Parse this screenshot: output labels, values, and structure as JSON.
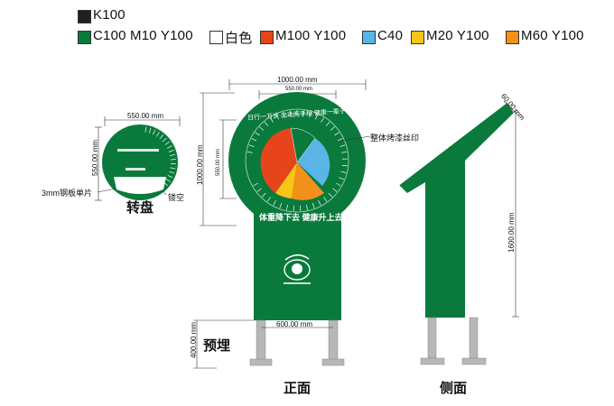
{
  "legend": [
    {
      "label": "K100",
      "color": "#231f20"
    },
    {
      "label": "C100 M10 Y100",
      "color": "#0a7a3c"
    },
    {
      "label": "白色",
      "color": "#ffffff"
    },
    {
      "label": "M100 Y100",
      "color": "#e8441c"
    },
    {
      "label": "C40",
      "color": "#5ab4e6"
    },
    {
      "label": "M20 Y100",
      "color": "#f7c418"
    },
    {
      "label": "M60 Y100",
      "color": "#f39019"
    }
  ],
  "turntable": {
    "dim_width": "550.00 mm",
    "dim_height": "550.00 mm",
    "callout_plate": "3mm钢板单片",
    "callout_hollow": "镂空",
    "title": "转盘"
  },
  "front": {
    "dim_outer": "1000.00 mm",
    "dim_inner": "550.00 mm",
    "dim_height": "1000.00 mm",
    "dim_inner_height": "550.00 mm",
    "callout_print": "整体烤漆丝印",
    "ring_text": "日行一万步  出动两手相  健康一辈子",
    "slogan": "体重降下去  健康升上去",
    "dim_post_gap": "600.00 mm",
    "dim_embed": "400.00 mm",
    "embed_label": "预埋",
    "title": "正面"
  },
  "side": {
    "dim_top": "60.00 mm",
    "dim_height": "1600.00 mm",
    "title": "侧面"
  },
  "colors": {
    "green": "#0a7a3c",
    "red": "#e8441c",
    "blue": "#5ab4e6",
    "yellow": "#f7c418",
    "orange": "#f39019",
    "post": "#b7b7b7"
  }
}
